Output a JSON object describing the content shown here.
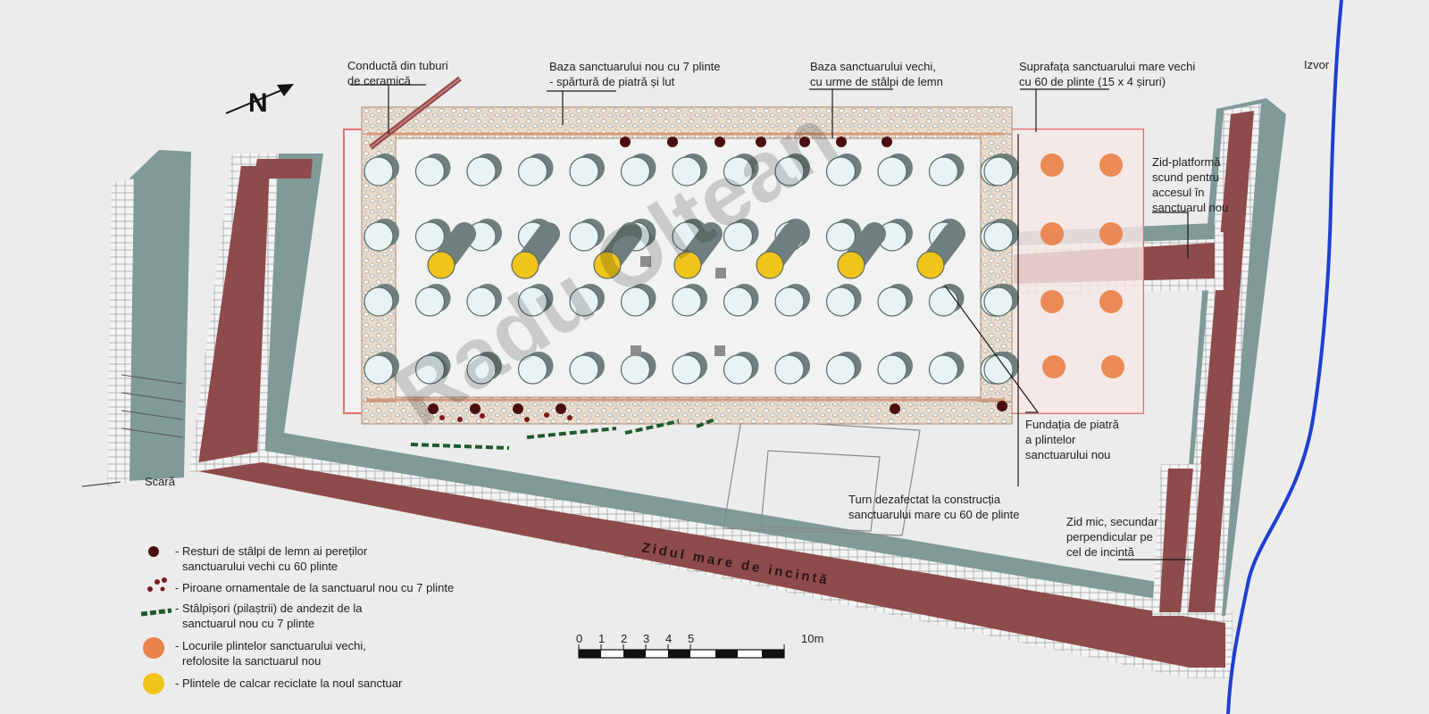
{
  "labels": {
    "conducta": [
      "Conductă din tuburi",
      "de ceramică"
    ],
    "baza_nou": [
      "Baza sanctuarului nou cu 7 plinte",
      "- spărtură de piatră și lut"
    ],
    "baza_vechi": [
      "Baza sanctuarului vechi,",
      "cu urme de stâlpi de lemn"
    ],
    "suprafata": [
      "Suprafața sanctuarului mare vechi",
      "cu 60 de plinte  (15 x 4 șiruri)"
    ],
    "izvor": "Izvor",
    "zid_platforma": [
      "Zid-platformă",
      "scund pentru",
      "accesul în",
      "sanctuarul nou"
    ],
    "fundatia": [
      "Fundația de piatră",
      "a plintelor",
      "sanctuarului nou"
    ],
    "turn": [
      "Turn dezafectat la construcția",
      "sanctuarului mare cu 60 de plinte"
    ],
    "zid_mic": [
      "Zid mic, secundar",
      "perpendicular pe",
      "cel de incintă"
    ],
    "scara": "Scară",
    "zidul_mare": "Zidul mare de incintă",
    "north": "N",
    "watermark": "Radu Oltean"
  },
  "legend": [
    {
      "symbol": "dark-dot",
      "lines": [
        "- Resturi de stâlpi de lemn ai pereților",
        "sanctuarului vechi cu 60 plinte"
      ]
    },
    {
      "symbol": "piroane",
      "lines": [
        "- Piroane ornamentale de la sanctuarul nou cu 7 plinte"
      ]
    },
    {
      "symbol": "pilastrii",
      "lines": [
        "- Stâlpișori (pilaștrii) de andezit de la",
        "sanctuarul nou cu 7 plinte"
      ]
    },
    {
      "symbol": "orange-dot",
      "lines": [
        "- Locurile plintelor sanctuarului vechi,",
        "refolosite la sanctuarul nou"
      ]
    },
    {
      "symbol": "yellow-dot",
      "lines": [
        "- Plintele de calcar reciclate la noul sanctuar"
      ]
    }
  ],
  "scale_bar": {
    "tick_labels": [
      "0",
      "1",
      "2",
      "3",
      "4",
      "5",
      "10m"
    ]
  },
  "colors": {
    "wall": "#8e4b4b",
    "wall_border": "#f4f4f4",
    "platform": "#7f9a97",
    "old_plinth": "#e8f3f3",
    "new_plinth": "#f0c419",
    "orange_plinth": "#e8824a",
    "post": "#4a0e0e",
    "river": "#1e3fd0",
    "outline": "#e07070"
  }
}
